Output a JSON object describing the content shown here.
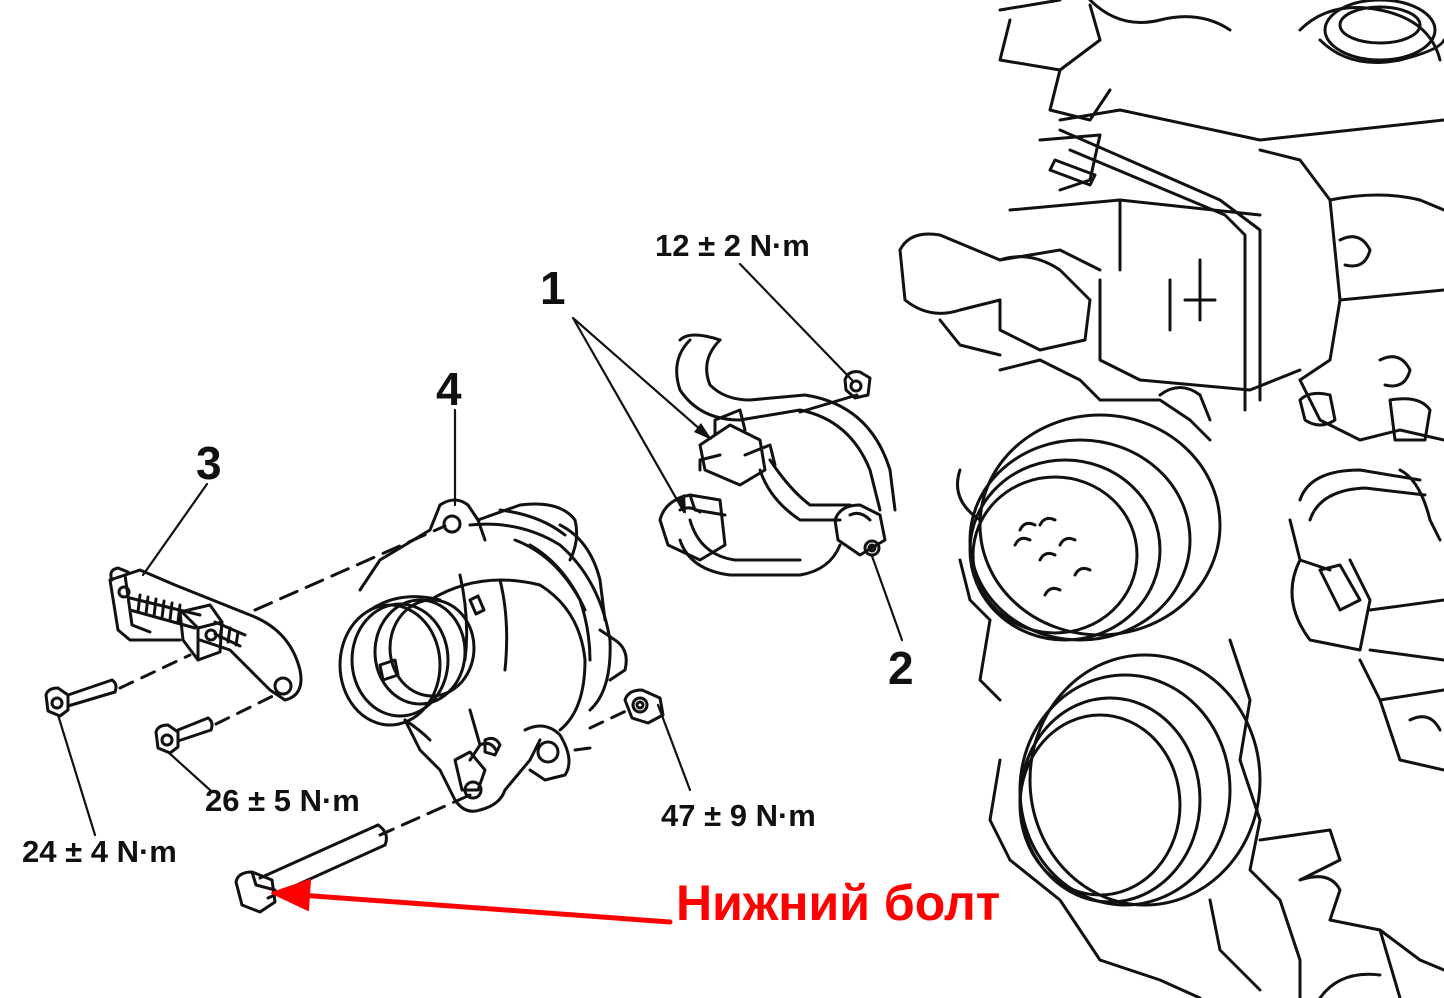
{
  "labels": {
    "part_1": "1",
    "part_2": "2",
    "part_3": "3",
    "part_4": "4"
  },
  "torques": {
    "t1": "12 ± 2 N·m",
    "t2": "26 ± 5 N·m",
    "t3": "24 ± 4 N·m",
    "t4": "47 ± 9 N·m"
  },
  "callout": {
    "text": "Нижний болт",
    "color": "#ff0000"
  },
  "icons": [
    "alternator",
    "harness-connector",
    "adjusting-bracket",
    "bolt",
    "nut",
    "engine-block",
    "pulley"
  ]
}
